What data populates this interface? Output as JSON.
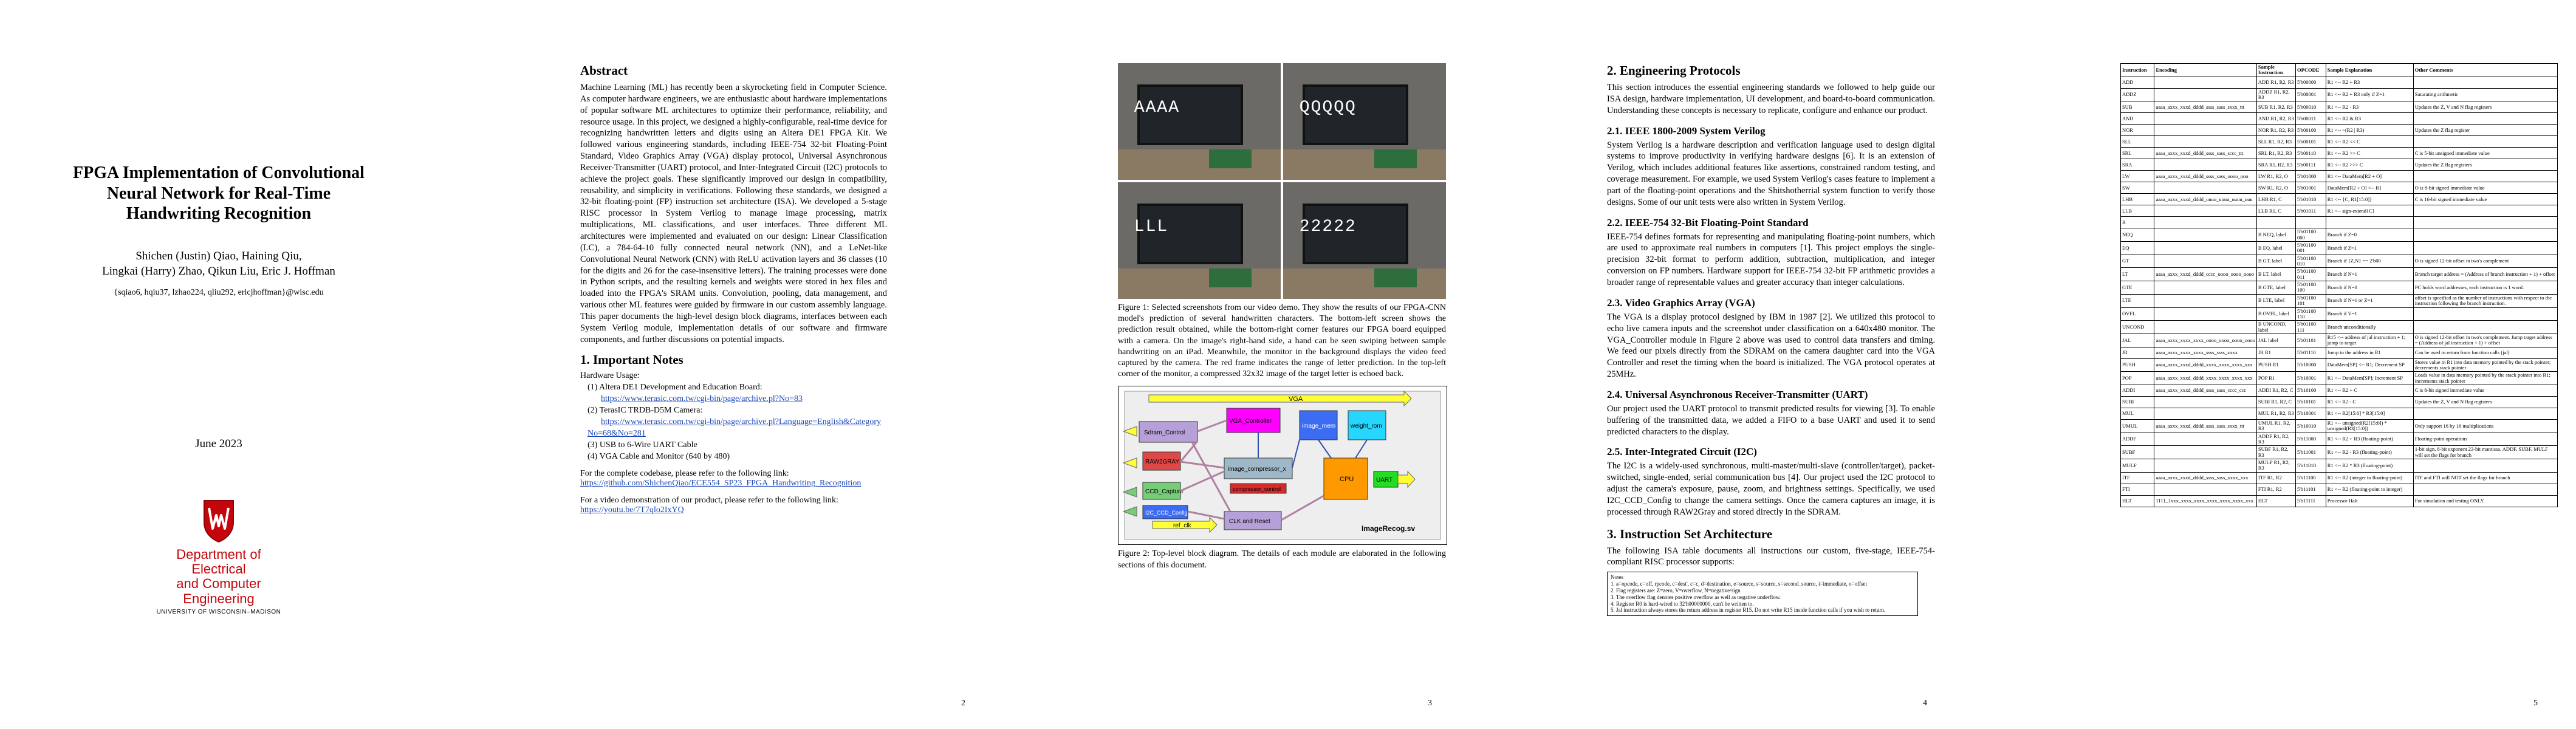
{
  "page1": {
    "title": "FPGA Implementation of Convolutional Neural Network for Real-Time Handwriting Recognition",
    "authors_line1": "Shichen (Justin) Qiao, Haining Qiu,",
    "authors_line2": "Lingkai (Harry) Zhao, Qikun Liu, Eric J. Hoffman",
    "emails": "{sqiao6, hqiu37, lzhao224, qliu292, ericjhoffman}@wisc.edu",
    "date": "June 2023",
    "logo_dept_line1": "Department of Electrical",
    "logo_dept_line2": "and Computer Engineering",
    "logo_university": "UNIVERSITY OF WISCONSIN–MADISON",
    "abstract_heading": "Abstract",
    "abstract": "Machine Learning (ML) has recently been a skyrocketing field in Computer Science. As computer hardware engineers, we are enthusiastic about hardware implementations of popular software ML architectures to optimize their performance, reliability, and resource usage. In this project, we designed a highly-configurable, real-time device for recognizing handwritten letters and digits using an Altera DE1 FPGA Kit. We followed various engineering standards, including IEEE-754 32-bit Floating-Point Standard, Video Graphics Array (VGA) display protocol, Universal Asynchronous Receiver-Transmitter (UART) protocol, and Inter-Integrated Circuit (I2C) protocols to achieve the project goals. These significantly improved our design in compatibility, reusability, and simplicity in verifications. Following these standards, we designed a 32-bit floating-point (FP) instruction set architecture (ISA). We developed a 5-stage RISC processor in System Verilog to manage image processing, matrix multiplications, ML classifications, and user interfaces. Three different ML architectures were implemented and evaluated on our design: Linear Classification (LC), a 784-64-10 fully connected neural network (NN), and a LeNet-like Convolutional Neural Network (CNN) with ReLU activation layers and 36 classes (10 for the digits and 26 for the case-insensitive letters). The training processes were done in Python scripts, and the resulting kernels and weights were stored in hex files and loaded into the FPGA's SRAM units. Convolution, pooling, data management, and various other ML features were guided by firmware in our custom assembly language. This paper documents the high-level design block diagrams, interfaces between each System Verilog module, implementation details of our software and firmware components, and further discussions on potential impacts.",
    "notes_heading": "1.   Important Notes",
    "hardware_usage_label": "Hardware Usage:",
    "hardware_items": [
      {
        "text": "(1) Altera DE1 Development and Education Board:",
        "link": "https://www.terasic.com.tw/cgi-bin/page/archive.pl?No=83"
      },
      {
        "text": "(2) TerasIC TRDB-D5M Camera:",
        "link": "https://www.terasic.com.tw/cgi-bin/page/archive.pl?Language=English&CategoryNo=68&No=281"
      },
      {
        "text": "(3) USB to 6-Wire UART Cable",
        "link": ""
      },
      {
        "text": "(4) VGA Cable and Monitor (640 by 480)",
        "link": ""
      }
    ],
    "codebase_text": "For the complete codebase, please refer to the following link:",
    "codebase_link": "https://github.com/ShichenQiao/ECE554_SP23_FPGA_Handwriting_Recognition",
    "video_text": "For a video demonstration of our product, please refer to the following link:",
    "video_link": "https://youtu.be/7T7qlo2IxYQ",
    "page_number": "2"
  },
  "page2": {
    "photo_texts": [
      "AAAA",
      "QQQQQ",
      "LLL",
      "22222"
    ],
    "fig1_caption": "Figure 1: Selected screenshots from our video demo. They show the results of our FPGA-CNN model's prediction of several handwritten characters. The bottom-left screen shows the prediction result obtained, while the bottom-right corner features our FPGA board equipped with a camera. On the image's right-hand side, a hand can be seen swiping between sample handwriting on an iPad. Meanwhile, the monitor in the background displays the video feed captured by the camera. The red frame indicates the range of letter prediction. In the top-left corner of the monitor, a compressed 32x32 image of the target letter is echoed back.",
    "fig2_blocks": {
      "sdram": "Sdram_Control",
      "vga_ctrl": "VGA_Controller",
      "image_mem": "image_mem",
      "weight_rom": "weight_rom",
      "raw2gray": "RAW2GRAY",
      "compressor": "image_compressor_x",
      "ccd_capture": "CCD_Capture",
      "cpu": "CPU",
      "uart": "UART",
      "i2c": "I2C_CCD_Config",
      "comp_ctrl": "compressor_control",
      "clk": "CLK and Reset",
      "vga_label": "VGA",
      "refclk": "ref_clk",
      "top": "ImageRecog.sv"
    },
    "fig2_caption": "Figure 2: Top-level block diagram. The details of each module are elaborated in the following sections of this document.",
    "page_number": "3"
  },
  "page3": {
    "h_eng": "2.   Engineering Protocols",
    "p_eng": "This section introduces the essential engineering standards we followed to help guide our ISA design, hardware implementation, UI development, and board-to-board communication. Understanding these concepts is necessary to replicate, configure and enhance our product.",
    "h_sv": "2.1.   IEEE 1800-2009 System Verilog",
    "p_sv": "System Verilog is a hardware description and verification language used to design digital systems to improve productivity in verifying hardware designs [6]. It is an extension of Verilog, which includes additional features like assertions, constrained random testing, and coverage measurement. For example, we used System Verilog's cases feature to implement a part of the floating-point operations and the Shitshotherrial system function to verify those designs. Some of our unit tests were also written in System Verilog.",
    "h_fp": "2.2.   IEEE-754 32-Bit Floating-Point Standard",
    "p_fp": "IEEE-754 defines formats for representing and manipulating floating-point numbers, which are used to approximate real numbers in computers [1]. This project employs the single-precision 32-bit format to perform addition, subtraction, multiplication, and integer conversion on FP numbers. Hardware support for IEEE-754 32-bit FP arithmetic provides a broader range of representable values and greater accuracy than integer calculations.",
    "h_vga": "2.3.   Video Graphics Array (VGA)",
    "p_vga": "The VGA is a display protocol designed by IBM in 1987 [2]. We utilized this protocol to echo live camera inputs and the screenshot under classification on a 640x480 monitor. The VGA_Controller module in Figure 2 above was used to control data transfers and timing. We feed our pixels directly from the SDRAM on the camera daughter card into the VGA Controller and reset the timing when the board is initialized. The VGA protocol operates at 25MHz.",
    "h_uart": "2.4.   Universal Asynchronous Receiver-Transmitter (UART)",
    "p_uart": "Our project used the UART protocol to transmit predicted results for viewing [3]. To enable buffering of the transmitted data, we added a FIFO to a base UART and used it to send predicted characters to the display.",
    "h_i2c": "2.5.   Inter-Integrated Circuit (I2C)",
    "p_i2c": "The I2C is a widely-used synchronous, multi-master/multi-slave (controller/target), packet-switched, single-ended, serial communication bus [4]. Our project used the I2C protocol to adjust the camera's exposure, pause, zoom, and brightness settings. Specifically, we used I2C_CCD_Config to change the camera settings. Once the camera captures an image, it is processed through RAW2Gray and stored directly in the SDRAM.",
    "h_isa": "3.   Instruction Set Architecture",
    "p_isa": "The following ISA table documents all instructions our custom, five-stage, IEEE-754-compliant RISC processor supports:",
    "notes_title": "Notes",
    "notes": [
      "1. a=opcode, c=off, rpcode, c=dest', c=c, d=destination, e=source, s=source, s=second_source, i=immediate, o=offset",
      "2. Flag registers are: Z=zero, V=overflow, N=negative/sign",
      "3. The overflow flag denotes positive overflow as well as negative underflow.",
      "4. Register R0 is hard-wired to 32'h00000000, can't be written to.",
      "5. Jal instruction always stores the return address in register R15. Do not write R15 inside function calls if you wish to return."
    ],
    "page_number": "4"
  },
  "page4": {
    "headers": [
      "Instruction",
      "Encoding",
      "Sample Instruction",
      "OPCODE",
      "Sample Explanation",
      "Other Comments"
    ],
    "rows": [
      [
        "ADD",
        "",
        "ADD R1, R2, R3",
        "5'b00000",
        "R1 <-- R2 + R3",
        ""
      ],
      [
        "ADDZ",
        "",
        "ADDZ R1, R2, R3",
        "5'b00001",
        "R1 <-- R2 + R3 only if Z=1",
        "Saturating arithmetic"
      ],
      [
        "SUB",
        "aaaa_axxx_xxxd_dddd_ssss_sass_sxxx_ttt",
        "SUB R1, R2, R3",
        "5'b00010",
        "R1 <-- R2 - R3",
        "Updates the Z, V and N flag registers"
      ],
      [
        "AND",
        "",
        "AND R1, R2, R3",
        "5'b00011",
        "R1 <-- R2 & R3",
        ""
      ],
      [
        "NOR",
        "",
        "NOR R1, R2, R3",
        "5'b00100",
        "R1 <-- ~(R2 | R3)",
        "Updates the Z flag register"
      ],
      [
        "SLL",
        "",
        "SLL R1, R2, R3",
        "5'b00101",
        "R1 <-- R2 << C",
        ""
      ],
      [
        "SRL",
        "aaaa_axxx_xxxd_dddd_ssss_sass_sccc_ttt",
        "SRL R1, R2, R3",
        "5'b00110",
        "R1 <-- R2 >> C",
        "C is 5-bit unsigned immediate value"
      ],
      [
        "SRA",
        "",
        "SRA R1, R2, R3",
        "5'b00111",
        "R1 <-- R2 >>> C",
        "Updates the Z flag registers"
      ],
      [
        "LW",
        "aaaa_axxx_xxxd_dddd_ssss_sass_oooo_ooo",
        "LW R1, R2, O",
        "5'b01000",
        "R1 <-- DataMem[R2 + O]",
        ""
      ],
      [
        "SW",
        "",
        "SW R1, R2, O",
        "5'b01001",
        "DataMem[R2 + O] <-- R1",
        "O is 8-bit signed immediate value"
      ],
      [
        "LHB",
        "aaaa_axxx_xxxd_dddd_uuuu_uuuu_uuuu_uuu",
        "LHB R1, C",
        "5'b01010",
        "R1 <-- {C, R1[15:0]}",
        "C is 16-bit signed immediate value"
      ],
      [
        "LLB",
        "",
        "LLB R1, C",
        "5'b01011",
        "R1 <-- sign-extend{C}",
        ""
      ],
      [
        "B",
        "",
        "",
        "",
        "",
        ""
      ],
      [
        "NEQ",
        "",
        "B NEQ, label",
        "5'b01100 000",
        "Branch if Z=0",
        ""
      ],
      [
        "EQ",
        "",
        "B EQ, label",
        "5'b01100 001",
        "Branch if Z=1",
        ""
      ],
      [
        "GT",
        "",
        "B GT, label",
        "5'b01100 010",
        "Branch if {Z,N} == 2'b00",
        "O is signed 12-bit offset in two's complement"
      ],
      [
        "LT",
        "aaaa_axxx_xxxd_dddd_cccc_oooo_oooo_oooo",
        "B LT, label",
        "5'b01100 011",
        "Branch if N=1",
        "Branch target address = (Address of branch instruction + 1) + offset"
      ],
      [
        "GTE",
        "",
        "B GTE, label",
        "5'b01100 100",
        "Branch if N=0",
        "PC holds word addresses, each instruction is 1 word."
      ],
      [
        "LTE",
        "",
        "B LTE, label",
        "5'b01100 101",
        "Branch if N=1 or Z=1",
        "offset is specified as the number of instructions with respect to the instruction following the branch instruction."
      ],
      [
        "OVFL",
        "",
        "B OVFL, label",
        "5'b01100 110",
        "Branch if V=1",
        ""
      ],
      [
        "UNCOND",
        "",
        "B UNCOND, label",
        "5'b01100 111",
        "Branch unconditionally",
        ""
      ],
      [
        "JAL",
        "aaaa_axxx_xxxx_xxxx_oooo_oooo_oooo_oooo",
        "JAL label",
        "5'b01101",
        "R15 <-- address of jal instruction + 1; jump to target",
        "O is signed 12-bit offset in two's complement. Jump target address = (Address of jal instruction + 1) + offset"
      ],
      [
        "JR",
        "aaaa_axxx_xxxx_xxxx_ssss_ssss_xxxx",
        "JR R1",
        "5'b01110",
        "Jump to the address in R1",
        "Can be used to return from function calls (jal)"
      ],
      [
        "PUSH",
        "aaaa_axxx_xxxd_dddd_xxxx_xxxx_xxxx_xxx",
        "PUSH R1",
        "5'b10000",
        "DataMem[SP] <-- R1; Decrement SP",
        "Stores value in R1 into data memory pointed by the stack pointer; decrements stack pointer"
      ],
      [
        "POP",
        "aaaa_axxx_xxxd_dddd_xxxx_xxxx_xxxx_xxx",
        "POP R1",
        "5'b10001",
        "R1 <-- DataMem[SP]; Increment SP",
        "Loads value in data memory pointed by the stack pointer into R1; increments stack pointer"
      ],
      [
        "ADDI",
        "aaaa_axxx_xxxd_dddd_ssss_sass_cccc_ccc",
        "ADDI R1, R2, C",
        "5'b10100",
        "R1 <-- R2 + C",
        "C is 8-bit signed immediate value"
      ],
      [
        "SUBI",
        "",
        "SUBI R1, R2, C",
        "5'b10101",
        "R1 <-- R2 - C",
        "Updates the Z, V and N flag registers"
      ],
      [
        "MUL",
        "",
        "MUL R1, R2, R3",
        "5'b10001",
        "R1 <-- R2[15:0] * R3[15:0]",
        ""
      ],
      [
        "UMUL",
        "aaaa_axxx_xxxd_dddd_ssss_sass_sxxx_ttt",
        "UMUL R1, R2, R3",
        "5'b10010",
        "R1 <-- unsigned(R2[15:0]) * unsigned(R3[15:0])",
        "Only support 16 by 16 multiplications"
      ],
      [
        "ADDF",
        "",
        "ADDF R1, R2, R3",
        "5'b11000",
        "R1 <-- R2 + R3 (floating-point)",
        "Floating-point operations"
      ],
      [
        "SUBF",
        "",
        "SUBF R1, R2, R3",
        "5'b11001",
        "R1 <-- R2 - R3 (floating-point)",
        "1-bit sign, 8-bit exponent 23-bit mantissa. ADDF, SUBF, MULF will set the flags for branch"
      ],
      [
        "MULF",
        "",
        "MULF R1, R2, R3",
        "5'b11010",
        "R1 <-- R2 * R3 (floating-point)",
        ""
      ],
      [
        "ITF",
        "aaaa_axxx_xxxd_dddd_ssss_sass_xxxx_xxx",
        "ITF R1, R2",
        "5'b11100",
        "R1 <-- R2 (integer to floating-point)",
        "ITF and FTI will NOT set the flags for branch"
      ],
      [
        "FTI",
        "",
        "FTI R1, R2",
        "5'b11101",
        "R1 <-- R2 (floating-point to integer)",
        ""
      ],
      [
        "HLT",
        "1111_1xxx_xxxx_xxxx_xxxx_xxxx_xxxx_xxx",
        "HLT",
        "5'b11111",
        "Processor Halt",
        "For simulation and testing ONLY."
      ]
    ],
    "page_number": "5"
  }
}
